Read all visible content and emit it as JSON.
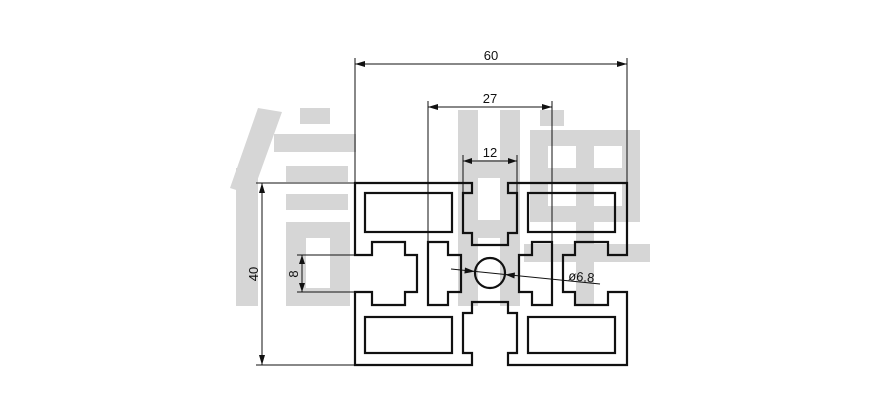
{
  "watermark": {
    "char1": "信",
    "char2": "牌"
  },
  "dimensions": {
    "overall_width": "60",
    "inner_span": "27",
    "slot_opening": "12",
    "height": "40",
    "slot_width": "8",
    "hole_diameter": "ø6.8"
  }
}
